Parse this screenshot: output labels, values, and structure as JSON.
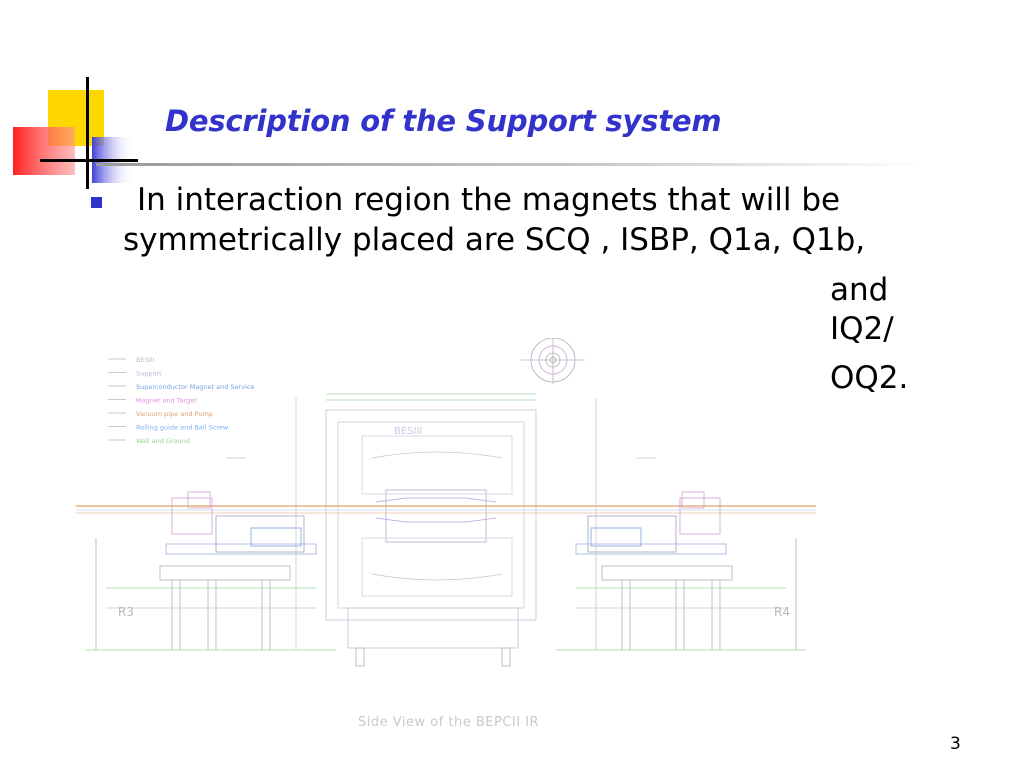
{
  "slide": {
    "title": "Description of the Support system",
    "bullet": {
      "line1": "In interaction region the magnets that will be",
      "line2": "symmetrically placed are SCQ , ISBP, Q1a, Q1b,",
      "continuation": [
        "and",
        "IQ2/",
        "OQ2."
      ]
    },
    "drawing": {
      "legend": [
        {
          "label": "BESIII",
          "color": "#b8b8d8"
        },
        {
          "label": "Support",
          "color": "#b8b8d8"
        },
        {
          "label": "Superconductor Magnet and Service",
          "color": "#7aa0e0"
        },
        {
          "label": "Magnet and Target",
          "color": "#e090e0"
        },
        {
          "label": "Vacuum pipe and Pump",
          "color": "#e0a070"
        },
        {
          "label": "Rolling guide  and Ball Screw",
          "color": "#7ab0f0"
        },
        {
          "label": "Wall and Ground",
          "color": "#90d890"
        }
      ],
      "labels": {
        "detector": "BESIII",
        "left_room": "R3",
        "right_room": "R4"
      }
    },
    "caption": "Side View of the BEPCII IR",
    "page_number": "3",
    "colors": {
      "title": "#3333cc",
      "bullet": "#3333cc",
      "logo_yellow": "#ffd700",
      "logo_red": "#ff3030",
      "logo_blue": "#5050e0"
    }
  }
}
